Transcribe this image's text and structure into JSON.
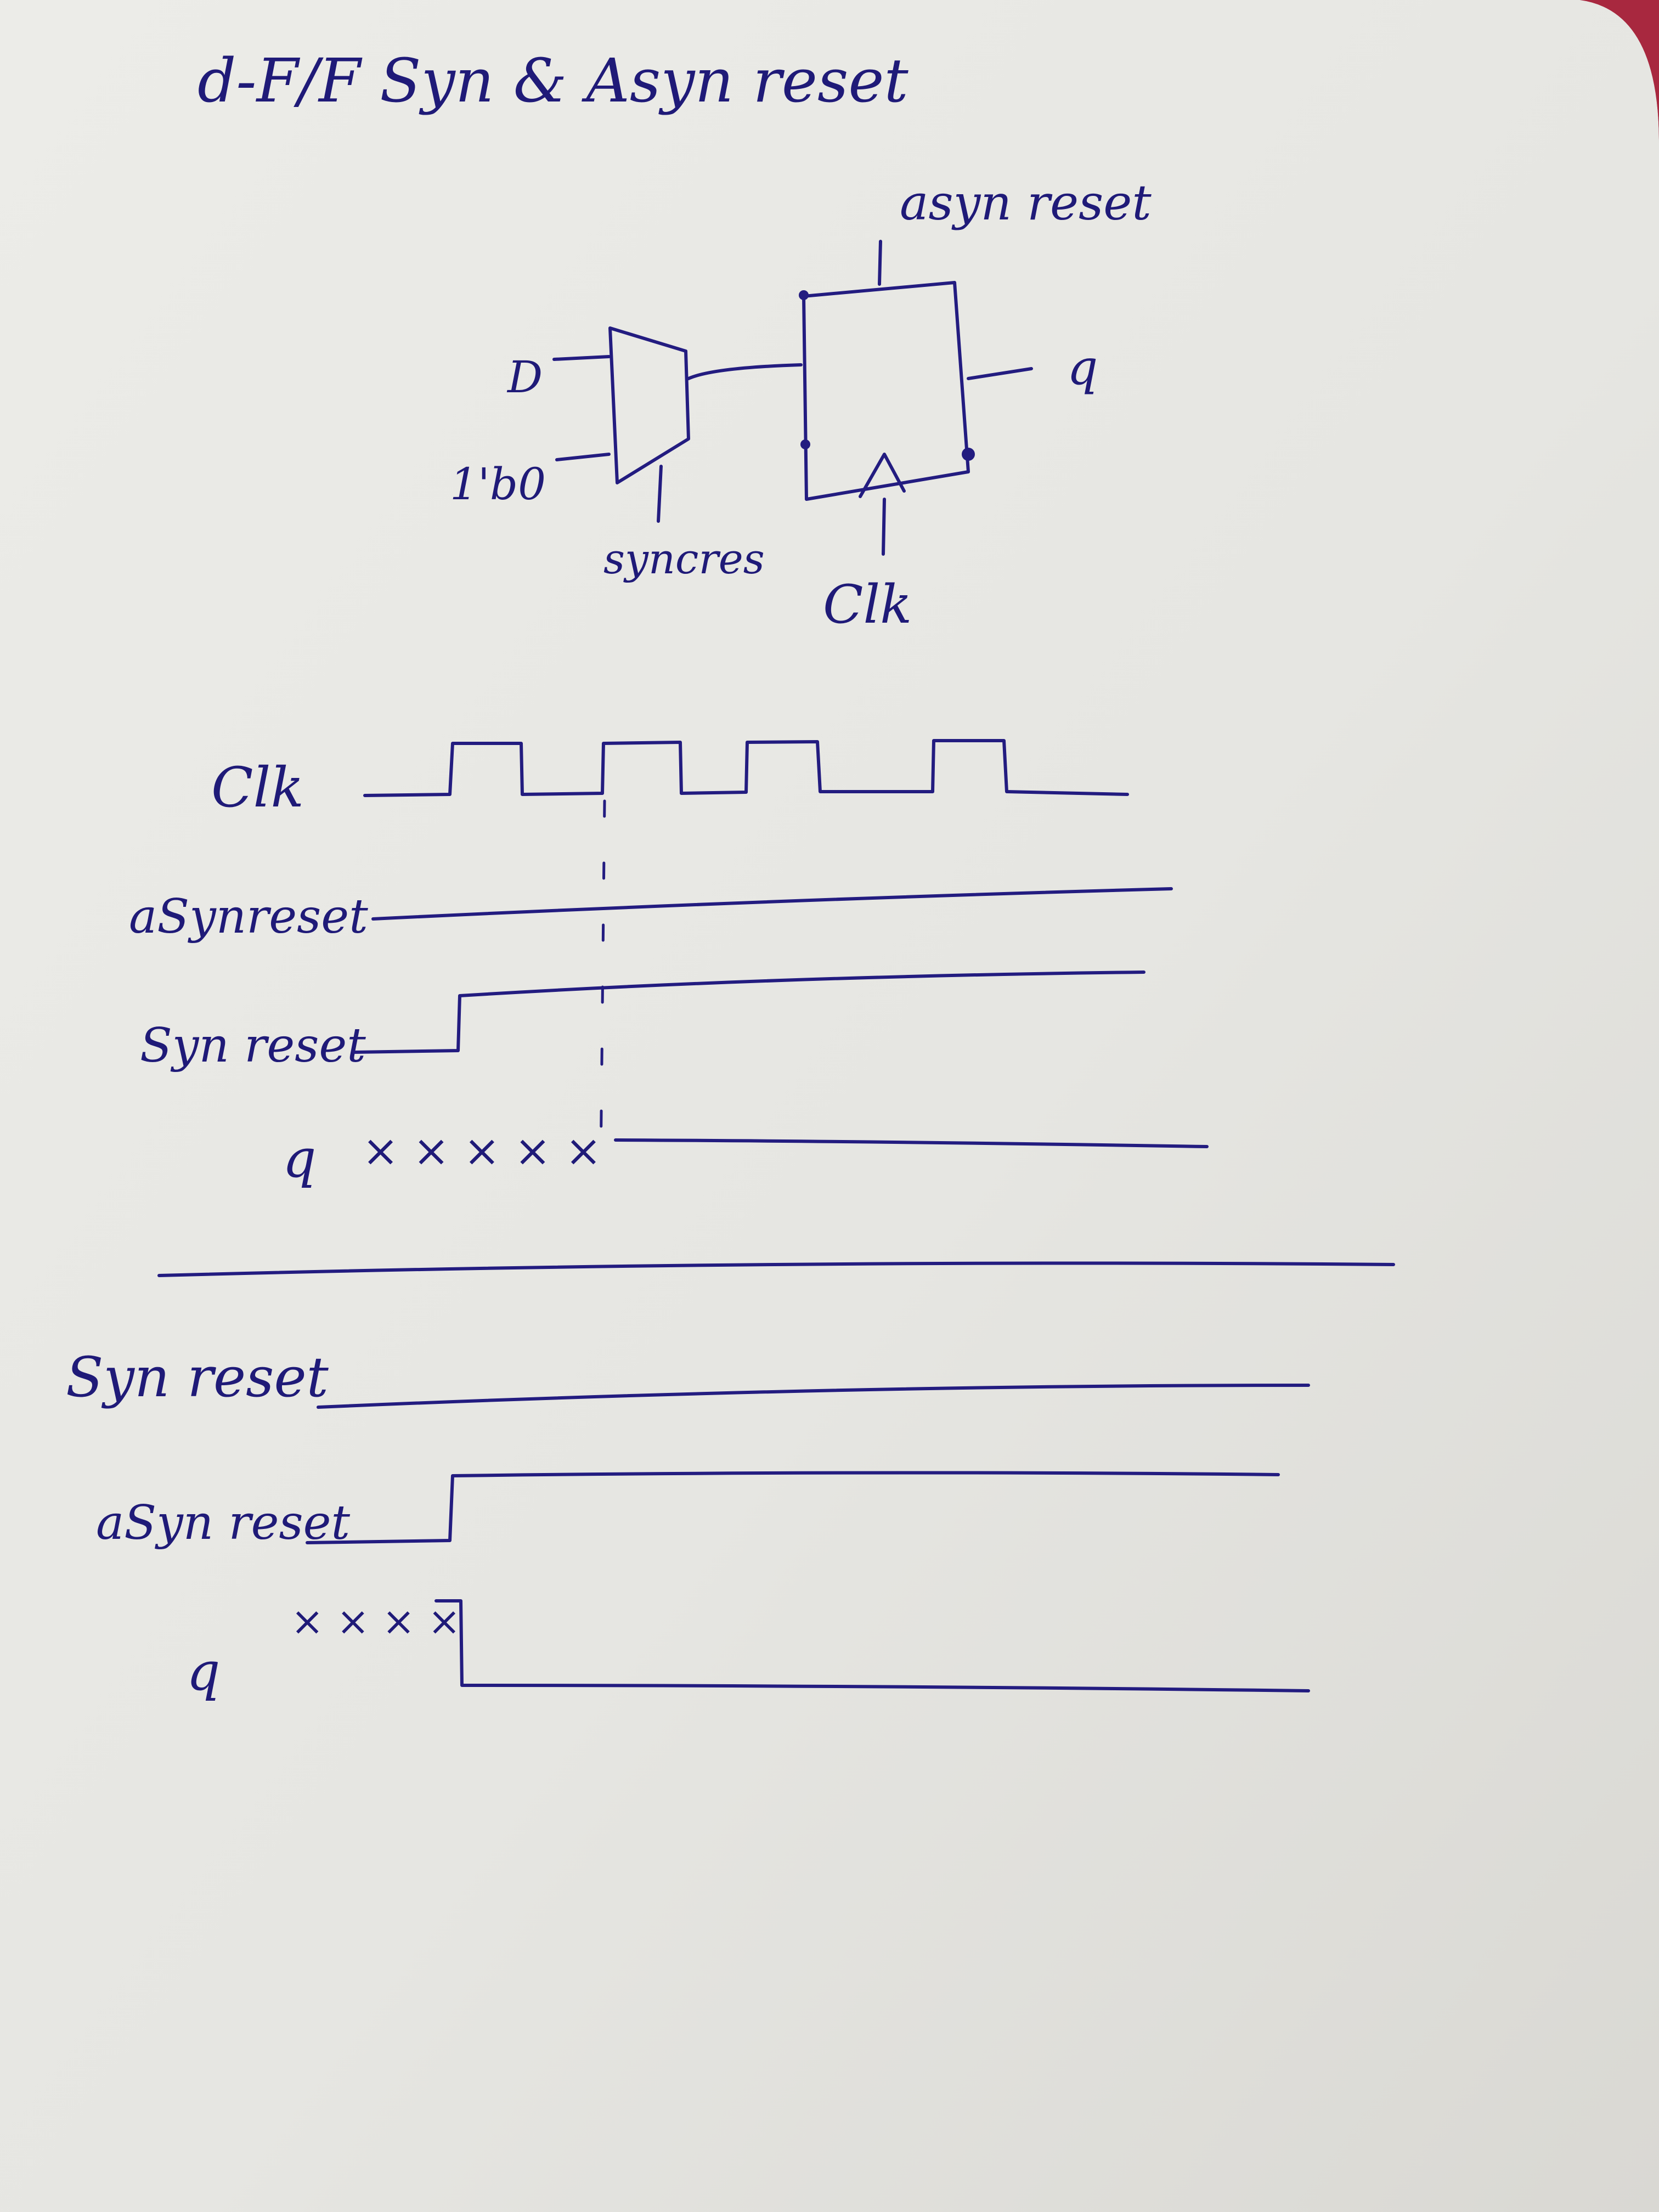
{
  "title": "d-F/F Syn & Asyn reset",
  "circuit": {
    "mux_inputs": [
      "D",
      "1'b0"
    ],
    "mux_select": "syncres",
    "flop_async_input": "asyn reset",
    "flop_output": "q",
    "flop_clock": "Clk"
  },
  "timing_sync": {
    "labels": {
      "clk": "Clk",
      "async_reset": "aSynreset",
      "sync_reset": "Syn reset",
      "q": "q"
    },
    "q_unknown_text": "× × × × ×"
  },
  "timing_async": {
    "labels": {
      "sync_reset": "Syn reset",
      "async_reset": "aSyn reset",
      "q": "q"
    },
    "q_unknown_text": "× × × ×"
  },
  "colors": {
    "ink": "#231c80",
    "paper": "#e9e9e5",
    "edge": "#c0283c"
  }
}
